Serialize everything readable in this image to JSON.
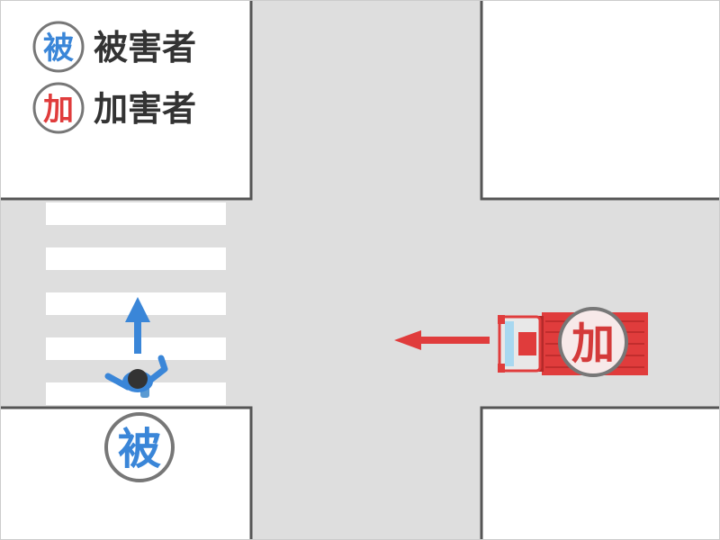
{
  "legend": {
    "victim": {
      "symbol": "被",
      "label": "被害者"
    },
    "perpetrator": {
      "symbol": "加",
      "label": "加害者"
    }
  },
  "markers": {
    "victim_symbol": "被",
    "perpetrator_symbol": "加"
  },
  "colors": {
    "road": "#dedede",
    "block": "#ffffff",
    "curb": "#555555",
    "crosswalk_stripe": "#ffffff",
    "victim": "#3a86d8",
    "perpetrator": "#e03c3c",
    "legend_text": "#333333",
    "badge_border": "#777777"
  },
  "icons": {
    "pedestrian": "pedestrian-icon",
    "truck": "truck-icon",
    "pedestrian_direction": "arrow-up-icon",
    "truck_direction": "arrow-left-icon"
  }
}
